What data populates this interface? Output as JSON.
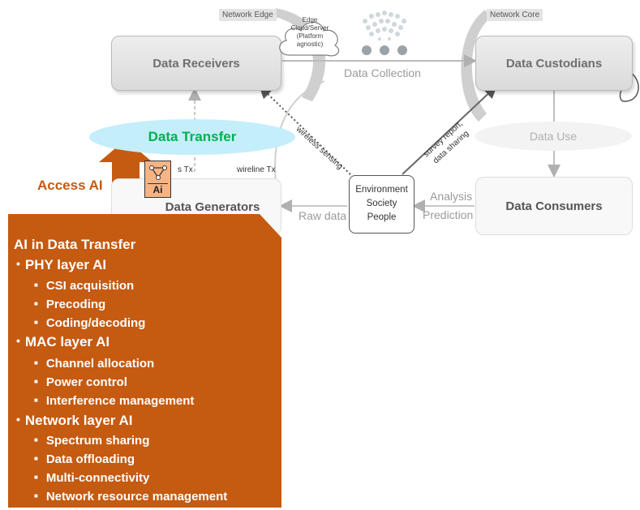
{
  "nodes": {
    "data_receivers": "Data Receivers",
    "data_custodians": "Data Custodians",
    "data_generators": "Data Generators",
    "data_consumers": "Data Consumers",
    "data_use": "Data Use",
    "data_transfer": "Data Transfer",
    "environment": [
      "Environment",
      "Society",
      "People"
    ],
    "edge_cloud": [
      "Edge",
      "Cloud/Server",
      "(Platform",
      "agnostic)"
    ]
  },
  "labels": {
    "network_edge": "Network Edge",
    "network_core": "Network Core",
    "data_collection": "Data Collection",
    "wireless_sensing": "wireless sensing",
    "survey_report": "survey report,",
    "data_sharing": "data sharing",
    "wireline_tx": "wireline Tx",
    "s_tx": "s Tx",
    "raw_data": "Raw data",
    "analysis": "Analysis",
    "prediction": "Prediction",
    "access_ai": "Access AI",
    "ai_icon": "Ai"
  },
  "panel": {
    "title": "AI in Data Transfer",
    "sections": [
      {
        "heading": "PHY layer AI",
        "items": [
          "CSI acquisition",
          "Precoding",
          "Coding/decoding"
        ]
      },
      {
        "heading": "MAC layer AI",
        "items": [
          "Channel allocation",
          "Power control",
          "Interference management"
        ]
      },
      {
        "heading": "Network layer AI",
        "items": [
          "Spectrum sharing",
          "Data offloading",
          "Multi-connectivity",
          "Network resource management"
        ]
      }
    ]
  },
  "colors": {
    "accent_orange": "#c55a11",
    "transfer_green": "#00b050",
    "transfer_fill": "#c5eefb",
    "node_grey": "#e2e2e2",
    "line_grey": "#aaaaaa"
  },
  "icons": [
    "network-graph-icon",
    "cloud-icon",
    "data-cluster-icon"
  ]
}
